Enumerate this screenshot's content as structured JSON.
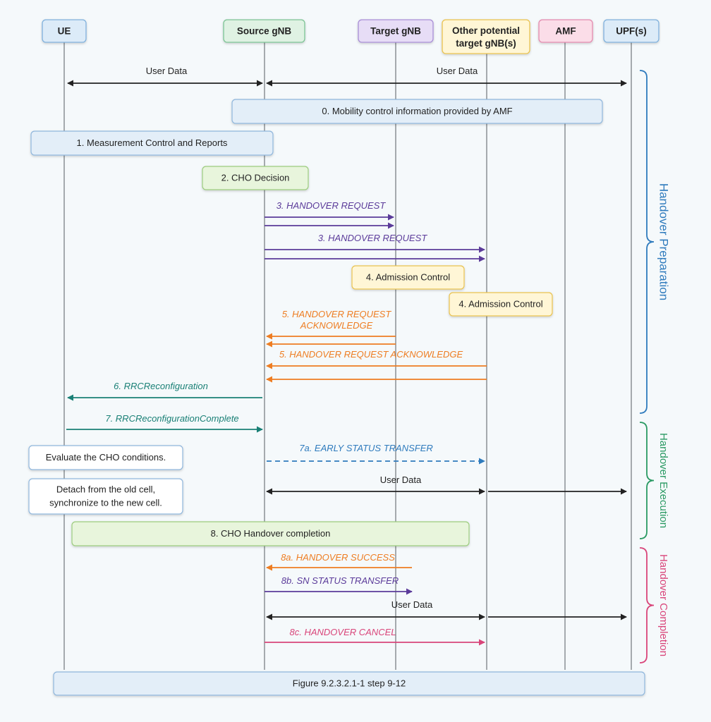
{
  "colors": {
    "black": "#222222",
    "purple": "#5b3b9a",
    "orange": "#ee7d22",
    "teal": "#1a8076",
    "blue": "#2f7bbd",
    "magenta": "#d9457a",
    "green": "#2a9a63"
  },
  "entities": [
    {
      "id": "ue",
      "label": "UE",
      "fill": "#dcebf8",
      "stroke": "#7fb0dc"
    },
    {
      "id": "source",
      "label": "Source gNB",
      "fill": "#dff2e3",
      "stroke": "#7cc394"
    },
    {
      "id": "target",
      "label": "Target gNB",
      "fill": "#e7ddf6",
      "stroke": "#a88ed6"
    },
    {
      "id": "other",
      "label": "Other potential target gNB(s)",
      "fill": "#fff6d6",
      "stroke": "#e9c24f"
    },
    {
      "id": "amf",
      "label": "AMF",
      "fill": "#fbdde8",
      "stroke": "#e48aae"
    },
    {
      "id": "upf",
      "label": "UPF(s)",
      "fill": "#dcebf8",
      "stroke": "#7fb0dc"
    }
  ],
  "boxes": [
    {
      "id": "mobility-control",
      "text": "0. Mobility control information provided by AMF",
      "fill": "#e3eef8",
      "stroke": "#8fb6dc"
    },
    {
      "id": "measurement",
      "text": "1. Measurement Control and Reports",
      "fill": "#e3eef8",
      "stroke": "#8fb6dc"
    },
    {
      "id": "cho-decision",
      "text": "2. CHO Decision",
      "fill": "#e8f5dc",
      "stroke": "#9ccc7e"
    },
    {
      "id": "admission-target",
      "text": "4. Admission Control",
      "fill": "#fff6d6",
      "stroke": "#e9c24f"
    },
    {
      "id": "admission-other",
      "text": "4. Admission Control",
      "fill": "#fff6d6",
      "stroke": "#e9c24f"
    },
    {
      "id": "evaluate-cho",
      "text": "Evaluate the CHO conditions.",
      "fill": "#ffffff",
      "stroke": "#8fb6dc"
    },
    {
      "id": "detach",
      "text": "Detach from the old cell,\nsynchronize to the new cell.",
      "fill": "#ffffff",
      "stroke": "#8fb6dc"
    },
    {
      "id": "cho-completion",
      "text": "8. CHO Handover completion",
      "fill": "#e8f5dc",
      "stroke": "#9ccc7e"
    },
    {
      "id": "figure-caption",
      "text": "Figure 9.2.3.2.1-1 step 9-12",
      "fill": "#e3eef8",
      "stroke": "#8fb6dc"
    }
  ],
  "messages": [
    {
      "id": "user-data-ue-source",
      "text": "User Data",
      "color": "black",
      "style": "double"
    },
    {
      "id": "user-data-source-upf",
      "text": "User Data",
      "color": "black",
      "style": "double"
    },
    {
      "id": "ho-request-target",
      "text": "3. HANDOVER REQUEST",
      "color": "purple",
      "style": "pair"
    },
    {
      "id": "ho-request-other",
      "text": "3. HANDOVER REQUEST",
      "color": "purple",
      "style": "pair"
    },
    {
      "id": "ho-ack-target",
      "text": "5. HANDOVER REQUEST\nACKNOWLEDGE",
      "color": "orange",
      "style": "pair"
    },
    {
      "id": "ho-ack-other",
      "text": "5. HANDOVER REQUEST ACKNOWLEDGE",
      "color": "orange",
      "style": "pair"
    },
    {
      "id": "rrc-reconfig",
      "text": "6. RRCReconfiguration",
      "color": "teal",
      "style": "single"
    },
    {
      "id": "rrc-complete",
      "text": "7. RRCReconfigurationComplete",
      "color": "teal",
      "style": "single"
    },
    {
      "id": "early-status",
      "text": "7a. EARLY STATUS TRANSFER",
      "color": "blue",
      "style": "dashed"
    },
    {
      "id": "user-data-exec",
      "text": "User Data",
      "color": "black",
      "style": "double"
    },
    {
      "id": "ho-success",
      "text": "8a. HANDOVER SUCCESS",
      "color": "orange",
      "style": "single"
    },
    {
      "id": "sn-status",
      "text": "8b. SN STATUS TRANSFER",
      "color": "purple",
      "style": "single"
    },
    {
      "id": "user-data-completion",
      "text": "User Data",
      "color": "black",
      "style": "double"
    },
    {
      "id": "ho-cancel",
      "text": "8c. HANDOVER CANCEL",
      "color": "magenta",
      "style": "single"
    }
  ],
  "phases": [
    {
      "id": "preparation",
      "label": "Handover Preparation",
      "color": "blue"
    },
    {
      "id": "execution",
      "label": "Handover Execution",
      "color": "green"
    },
    {
      "id": "completion",
      "label": "Handover Completion",
      "color": "magenta"
    }
  ]
}
